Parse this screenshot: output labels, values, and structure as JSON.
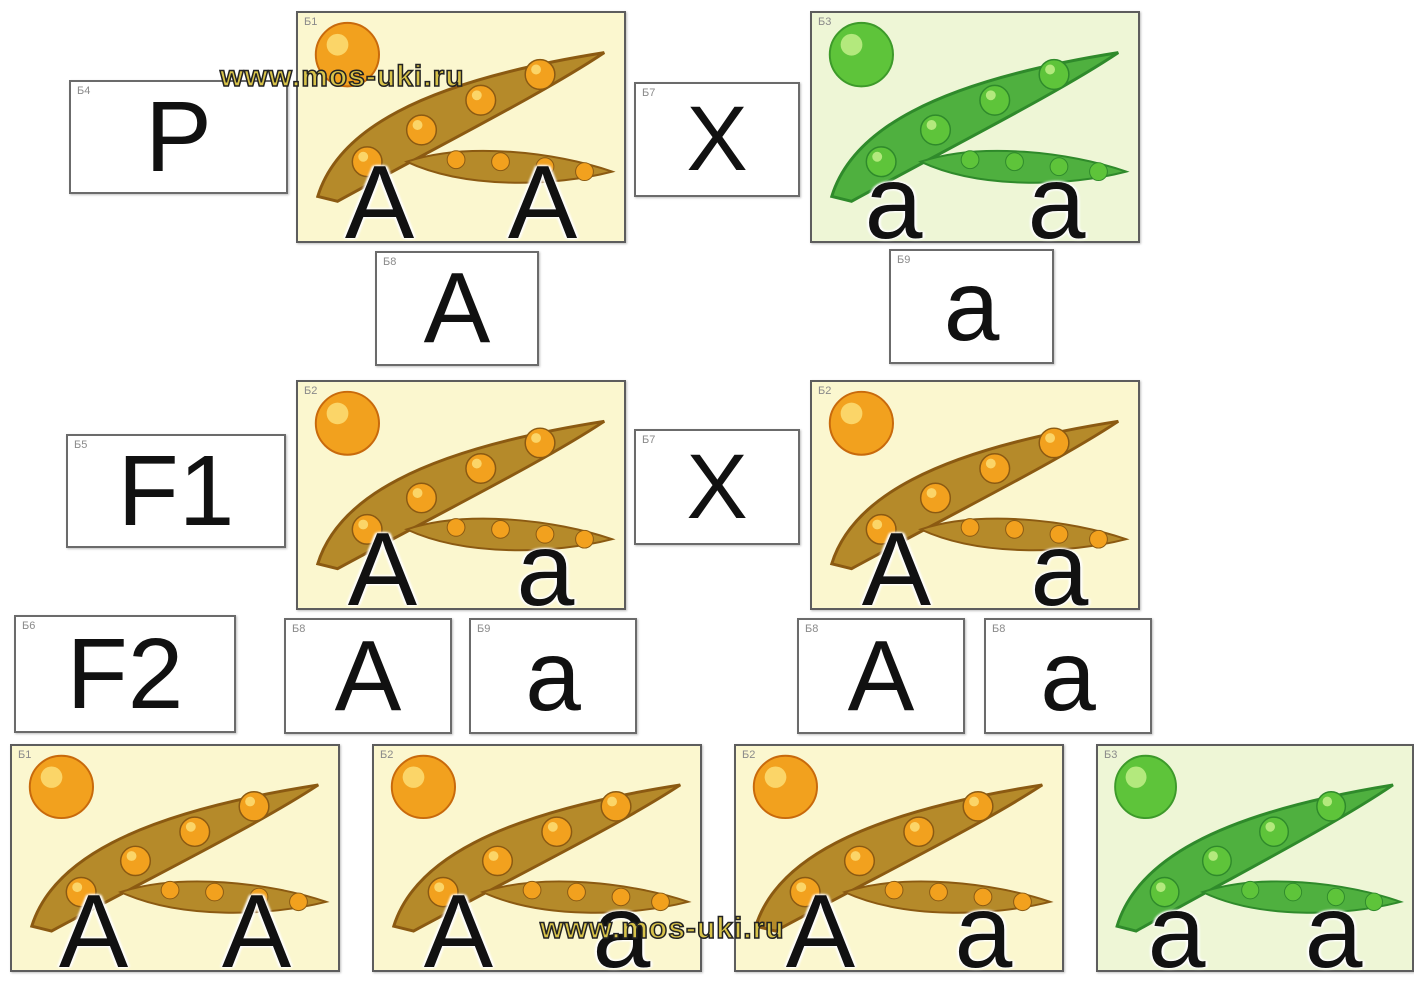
{
  "watermarks": [
    "www.mos-uki.ru",
    "www.mos-uki.ru"
  ],
  "cross_symbol": "X",
  "labels": {
    "p": {
      "tag": "Б4",
      "text": "P"
    },
    "f1": {
      "tag": "Б5",
      "text": "F1"
    },
    "f2": {
      "tag": "Б6",
      "text": "F2"
    }
  },
  "cross_tags": [
    "Б7",
    "Б7"
  ],
  "cards": {
    "p_yellow": {
      "tag": "Б1",
      "genotype": [
        "A",
        "A"
      ],
      "color": "yellow"
    },
    "p_green": {
      "tag": "Б3",
      "genotype": [
        "a",
        "a"
      ],
      "color": "green"
    },
    "f1_left": {
      "tag": "Б2",
      "genotype": [
        "A",
        "a"
      ],
      "color": "yellow"
    },
    "f1_right": {
      "tag": "Б2",
      "genotype": [
        "A",
        "a"
      ],
      "color": "yellow"
    },
    "f2_1": {
      "tag": "Б1",
      "genotype": [
        "A",
        "A"
      ],
      "color": "yellow"
    },
    "f2_2": {
      "tag": "Б2",
      "genotype": [
        "A",
        "a"
      ],
      "color": "yellow"
    },
    "f2_3": {
      "tag": "Б2",
      "genotype": [
        "A",
        "a"
      ],
      "color": "yellow"
    },
    "f2_4": {
      "tag": "Б3",
      "genotype": [
        "a",
        "a"
      ],
      "color": "green"
    }
  },
  "gametes": {
    "p_A": {
      "tag": "Б8",
      "text": "A"
    },
    "p_a": {
      "tag": "Б9",
      "text": "a"
    },
    "f1_l_A": {
      "tag": "Б8",
      "text": "A"
    },
    "f1_l_a": {
      "tag": "Б9",
      "text": "a"
    },
    "f1_r_A": {
      "tag": "Б8",
      "text": "A"
    },
    "f1_r_a": {
      "tag": "Б8",
      "text": "a"
    }
  },
  "colors": {
    "yellow_bg": "#fbf7cf",
    "green_bg": "#eef6d6",
    "yellow_pea": "#f2a11e",
    "green_pea": "#5ec43a"
  }
}
